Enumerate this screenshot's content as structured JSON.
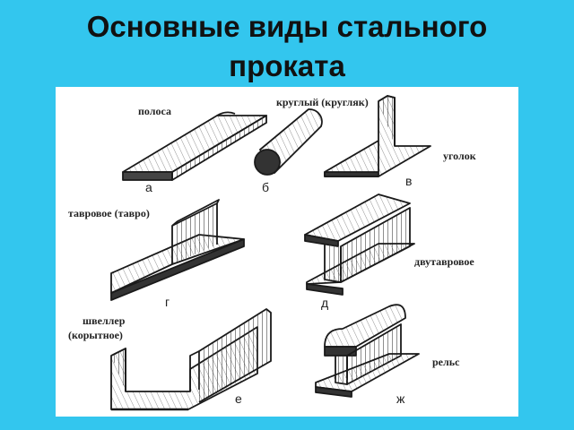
{
  "title": {
    "line1": "Основные виды стального",
    "line2": "проката"
  },
  "profiles": [
    {
      "id": "strip",
      "label": "полоса",
      "letter": "а"
    },
    {
      "id": "round",
      "label": "круглый (кругляк)",
      "letter": "б"
    },
    {
      "id": "angle",
      "label": "уголок",
      "letter": "в"
    },
    {
      "id": "tee",
      "label": "тавровое (тавро)",
      "letter": "г"
    },
    {
      "id": "ibeam",
      "label": "двутавровое",
      "letter": "д"
    },
    {
      "id": "channel",
      "label": "швеллер",
      "label2": "(корытное)",
      "letter": "е"
    },
    {
      "id": "rail",
      "label": "рельс",
      "letter": "ж"
    }
  ],
  "colors": {
    "background": "#33c6ee",
    "panel": "#ffffff",
    "ink": "#222222"
  }
}
